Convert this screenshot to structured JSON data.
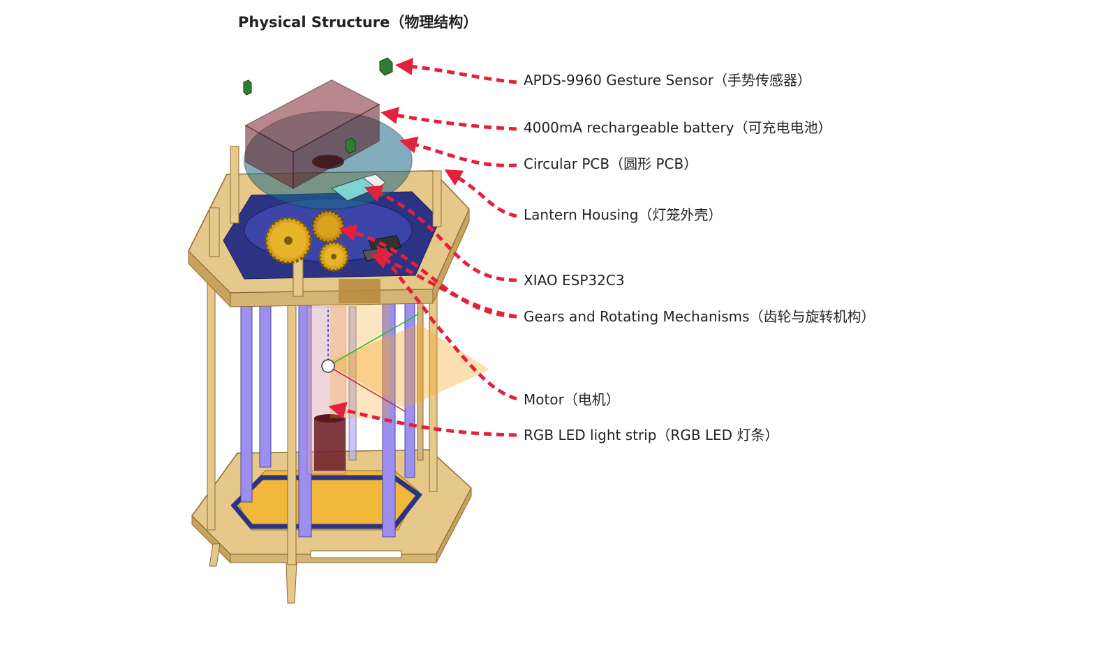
{
  "title": "Physical Structure（物理结构）",
  "labels": [
    {
      "id": "gesture-sensor",
      "text": "APDS-9960 Gesture Sensor（手势传感器）"
    },
    {
      "id": "battery",
      "text": "4000mA rechargeable battery（可充电电池）"
    },
    {
      "id": "circular-pcb",
      "text": "Circular PCB（圆形 PCB）"
    },
    {
      "id": "lantern-housing",
      "text": "Lantern Housing（灯笼外壳）"
    },
    {
      "id": "xiao-esp32c3",
      "text": "XIAO ESP32C3"
    },
    {
      "id": "gears",
      "text": "Gears and Rotating Mechanisms（齿轮与旋转机构）"
    },
    {
      "id": "motor",
      "text": "Motor（电机）"
    },
    {
      "id": "rgb-led-strip",
      "text": "RGB LED light strip（RGB LED 灯条）"
    }
  ],
  "colors": {
    "wood": "#e6c98a",
    "wood_dark": "#c9a25e",
    "navy": "#2c3383",
    "led": "#9d8ff0",
    "battery": "#6b1d24",
    "pcb": "#1e6a86",
    "gear": "#d9a21a",
    "sensor": "#2f7d32",
    "arrow": "#e3213c",
    "orange_plane": "#f5a623"
  }
}
